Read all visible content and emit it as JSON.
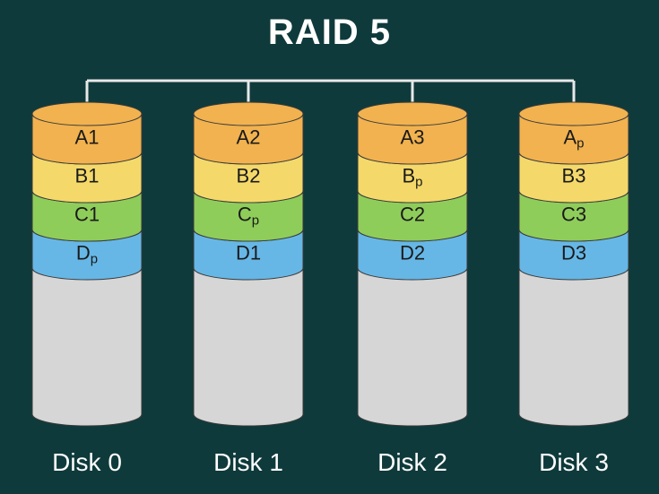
{
  "title": "RAID 5",
  "colors": {
    "background": "#0f3a3b",
    "connector": "#e8e8e8",
    "block_a": "#f1b24f",
    "block_b": "#f4d96a",
    "block_c": "#8fcd5a",
    "block_d": "#66b7e6",
    "empty": "#d6d6d6",
    "outline": "#3a3a3a"
  },
  "disks": [
    {
      "name": "Disk 0",
      "blocks": [
        {
          "main": "A1",
          "sub": ""
        },
        {
          "main": "B1",
          "sub": ""
        },
        {
          "main": "C1",
          "sub": ""
        },
        {
          "main": "D",
          "sub": "p"
        }
      ]
    },
    {
      "name": "Disk 1",
      "blocks": [
        {
          "main": "A2",
          "sub": ""
        },
        {
          "main": "B2",
          "sub": ""
        },
        {
          "main": "C",
          "sub": "p"
        },
        {
          "main": "D1",
          "sub": ""
        }
      ]
    },
    {
      "name": "Disk 2",
      "blocks": [
        {
          "main": "A3",
          "sub": ""
        },
        {
          "main": "B",
          "sub": "p"
        },
        {
          "main": "C2",
          "sub": ""
        },
        {
          "main": "D2",
          "sub": ""
        }
      ]
    },
    {
      "name": "Disk 3",
      "blocks": [
        {
          "main": "A",
          "sub": "p"
        },
        {
          "main": "B3",
          "sub": ""
        },
        {
          "main": "C3",
          "sub": ""
        },
        {
          "main": "D3",
          "sub": ""
        }
      ]
    }
  ]
}
